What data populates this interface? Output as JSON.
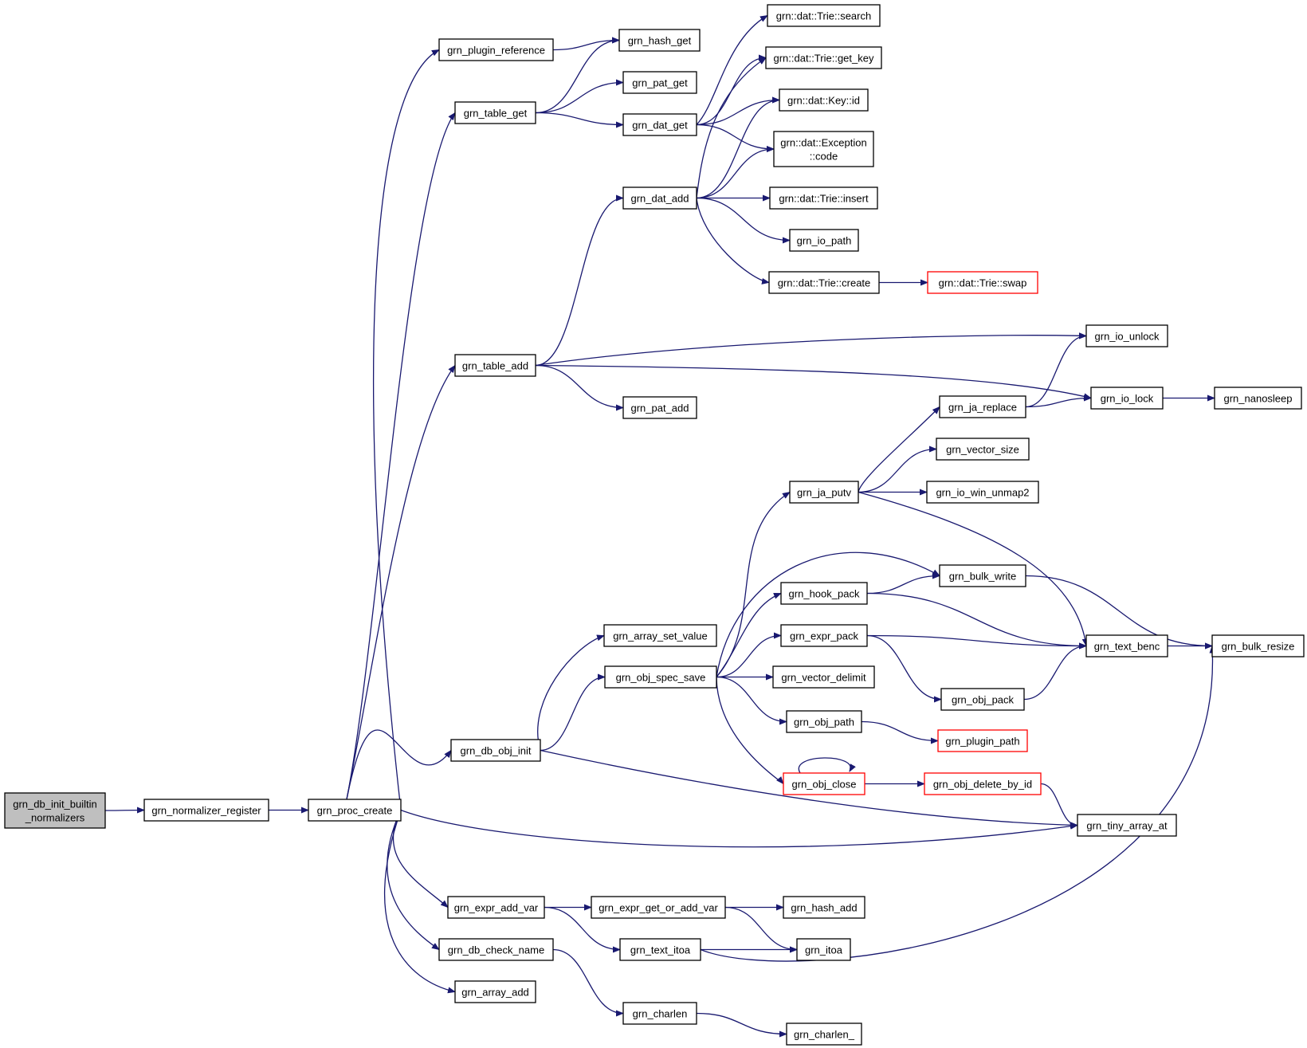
{
  "colors": {
    "edge": "#191970",
    "node_border": "#000000",
    "node_border_truncated": "#ff0000",
    "node_fill": "#ffffff",
    "root_fill": "#bfbfbf",
    "text": "#000000"
  },
  "nodes": [
    {
      "id": "root",
      "lines": [
        "grn_db_init_builtin",
        "_normalizers"
      ],
      "root": true
    },
    {
      "id": "normalizer_register",
      "lines": [
        "grn_normalizer_register"
      ]
    },
    {
      "id": "proc_create",
      "lines": [
        "grn_proc_create"
      ]
    },
    {
      "id": "plugin_reference",
      "lines": [
        "grn_plugin_reference"
      ]
    },
    {
      "id": "table_get",
      "lines": [
        "grn_table_get"
      ]
    },
    {
      "id": "table_add",
      "lines": [
        "grn_table_add"
      ]
    },
    {
      "id": "db_obj_init",
      "lines": [
        "grn_db_obj_init"
      ]
    },
    {
      "id": "expr_add_var",
      "lines": [
        "grn_expr_add_var"
      ]
    },
    {
      "id": "db_check_name",
      "lines": [
        "grn_db_check_name"
      ]
    },
    {
      "id": "array_add",
      "lines": [
        "grn_array_add"
      ]
    },
    {
      "id": "hash_get",
      "lines": [
        "grn_hash_get"
      ]
    },
    {
      "id": "pat_get",
      "lines": [
        "grn_pat_get"
      ]
    },
    {
      "id": "dat_get",
      "lines": [
        "grn_dat_get"
      ]
    },
    {
      "id": "dat_add",
      "lines": [
        "grn_dat_add"
      ]
    },
    {
      "id": "pat_add",
      "lines": [
        "grn_pat_add"
      ]
    },
    {
      "id": "array_set_value",
      "lines": [
        "grn_array_set_value"
      ]
    },
    {
      "id": "obj_spec_save",
      "lines": [
        "grn_obj_spec_save"
      ]
    },
    {
      "id": "expr_get_or_add_var",
      "lines": [
        "grn_expr_get_or_add_var"
      ]
    },
    {
      "id": "text_itoa",
      "lines": [
        "grn_text_itoa"
      ]
    },
    {
      "id": "charlen",
      "lines": [
        "grn_charlen"
      ]
    },
    {
      "id": "trie_search",
      "lines": [
        "grn::dat::Trie::search"
      ]
    },
    {
      "id": "trie_get_key",
      "lines": [
        "grn::dat::Trie::get_key"
      ]
    },
    {
      "id": "key_id",
      "lines": [
        "grn::dat::Key::id"
      ]
    },
    {
      "id": "exception_code",
      "lines": [
        "grn::dat::Exception",
        "::code"
      ]
    },
    {
      "id": "trie_insert",
      "lines": [
        "grn::dat::Trie::insert"
      ]
    },
    {
      "id": "io_path",
      "lines": [
        "grn_io_path"
      ]
    },
    {
      "id": "trie_create",
      "lines": [
        "grn::dat::Trie::create"
      ]
    },
    {
      "id": "ja_putv",
      "lines": [
        "grn_ja_putv"
      ]
    },
    {
      "id": "hook_pack",
      "lines": [
        "grn_hook_pack"
      ]
    },
    {
      "id": "expr_pack",
      "lines": [
        "grn_expr_pack"
      ]
    },
    {
      "id": "vector_delimit",
      "lines": [
        "grn_vector_delimit"
      ]
    },
    {
      "id": "obj_path",
      "lines": [
        "grn_obj_path"
      ]
    },
    {
      "id": "obj_close",
      "lines": [
        "grn_obj_close"
      ],
      "truncated": true
    },
    {
      "id": "hash_add",
      "lines": [
        "grn_hash_add"
      ]
    },
    {
      "id": "itoa",
      "lines": [
        "grn_itoa"
      ]
    },
    {
      "id": "charlen_",
      "lines": [
        "grn_charlen_"
      ]
    },
    {
      "id": "trie_swap",
      "lines": [
        "grn::dat::Trie::swap"
      ],
      "truncated": true
    },
    {
      "id": "ja_replace",
      "lines": [
        "grn_ja_replace"
      ]
    },
    {
      "id": "vector_size",
      "lines": [
        "grn_vector_size"
      ]
    },
    {
      "id": "io_win_unmap2",
      "lines": [
        "grn_io_win_unmap2"
      ]
    },
    {
      "id": "bulk_write",
      "lines": [
        "grn_bulk_write"
      ]
    },
    {
      "id": "obj_pack",
      "lines": [
        "grn_obj_pack"
      ]
    },
    {
      "id": "plugin_path",
      "lines": [
        "grn_plugin_path"
      ],
      "truncated": true
    },
    {
      "id": "obj_delete_by_id",
      "lines": [
        "grn_obj_delete_by_id"
      ],
      "truncated": true
    },
    {
      "id": "io_unlock",
      "lines": [
        "grn_io_unlock"
      ]
    },
    {
      "id": "io_lock",
      "lines": [
        "grn_io_lock"
      ]
    },
    {
      "id": "text_benc",
      "lines": [
        "grn_text_benc"
      ]
    },
    {
      "id": "tiny_array_at",
      "lines": [
        "grn_tiny_array_at"
      ]
    },
    {
      "id": "nanosleep",
      "lines": [
        "grn_nanosleep"
      ]
    },
    {
      "id": "bulk_resize",
      "lines": [
        "grn_bulk_resize"
      ]
    }
  ],
  "edges": [
    [
      "root",
      "normalizer_register"
    ],
    [
      "normalizer_register",
      "proc_create"
    ],
    [
      "proc_create",
      "plugin_reference"
    ],
    [
      "proc_create",
      "table_get"
    ],
    [
      "proc_create",
      "table_add"
    ],
    [
      "proc_create",
      "db_obj_init"
    ],
    [
      "proc_create",
      "tiny_array_at"
    ],
    [
      "proc_create",
      "expr_add_var"
    ],
    [
      "proc_create",
      "db_check_name"
    ],
    [
      "proc_create",
      "array_add"
    ],
    [
      "plugin_reference",
      "hash_get"
    ],
    [
      "table_get",
      "hash_get"
    ],
    [
      "table_get",
      "pat_get"
    ],
    [
      "table_get",
      "dat_get"
    ],
    [
      "dat_get",
      "trie_search"
    ],
    [
      "dat_get",
      "trie_get_key"
    ],
    [
      "dat_get",
      "key_id"
    ],
    [
      "dat_get",
      "exception_code"
    ],
    [
      "table_add",
      "dat_add"
    ],
    [
      "table_add",
      "io_unlock"
    ],
    [
      "table_add",
      "io_lock"
    ],
    [
      "table_add",
      "pat_add"
    ],
    [
      "dat_add",
      "trie_get_key"
    ],
    [
      "dat_add",
      "key_id"
    ],
    [
      "dat_add",
      "exception_code"
    ],
    [
      "dat_add",
      "trie_insert"
    ],
    [
      "dat_add",
      "io_path"
    ],
    [
      "dat_add",
      "trie_create"
    ],
    [
      "trie_create",
      "trie_swap"
    ],
    [
      "db_obj_init",
      "array_set_value"
    ],
    [
      "db_obj_init",
      "obj_spec_save"
    ],
    [
      "db_obj_init",
      "tiny_array_at"
    ],
    [
      "obj_spec_save",
      "ja_putv"
    ],
    [
      "obj_spec_save",
      "bulk_write"
    ],
    [
      "obj_spec_save",
      "hook_pack"
    ],
    [
      "obj_spec_save",
      "expr_pack"
    ],
    [
      "obj_spec_save",
      "vector_delimit"
    ],
    [
      "obj_spec_save",
      "obj_path"
    ],
    [
      "obj_spec_save",
      "obj_close"
    ],
    [
      "ja_putv",
      "ja_replace"
    ],
    [
      "ja_putv",
      "vector_size"
    ],
    [
      "ja_putv",
      "io_win_unmap2"
    ],
    [
      "ja_putv",
      "text_benc"
    ],
    [
      "ja_replace",
      "io_unlock"
    ],
    [
      "ja_replace",
      "io_lock"
    ],
    [
      "io_lock",
      "nanosleep"
    ],
    [
      "hook_pack",
      "bulk_write"
    ],
    [
      "hook_pack",
      "text_benc"
    ],
    [
      "bulk_write",
      "bulk_resize"
    ],
    [
      "expr_pack",
      "text_benc"
    ],
    [
      "expr_pack",
      "obj_pack"
    ],
    [
      "obj_pack",
      "text_benc"
    ],
    [
      "text_benc",
      "bulk_resize"
    ],
    [
      "obj_path",
      "plugin_path"
    ],
    [
      "obj_close",
      "obj_close"
    ],
    [
      "obj_close",
      "obj_delete_by_id"
    ],
    [
      "obj_delete_by_id",
      "tiny_array_at"
    ],
    [
      "expr_add_var",
      "expr_get_or_add_var"
    ],
    [
      "expr_add_var",
      "text_itoa"
    ],
    [
      "expr_get_or_add_var",
      "hash_add"
    ],
    [
      "expr_get_or_add_var",
      "itoa"
    ],
    [
      "text_itoa",
      "itoa"
    ],
    [
      "text_itoa",
      "bulk_resize"
    ],
    [
      "db_check_name",
      "charlen"
    ],
    [
      "charlen",
      "charlen_"
    ]
  ]
}
